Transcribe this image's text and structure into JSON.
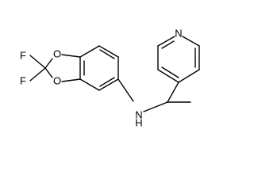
{
  "structure": {
    "atoms": {
      "fluorine_top": "F",
      "fluorine_bottom": "F",
      "oxygen_top": "O",
      "oxygen_bottom": "O",
      "amine_nitrogen": "N",
      "amine_hydrogen": "H",
      "pyridine_nitrogen": "N"
    }
  }
}
